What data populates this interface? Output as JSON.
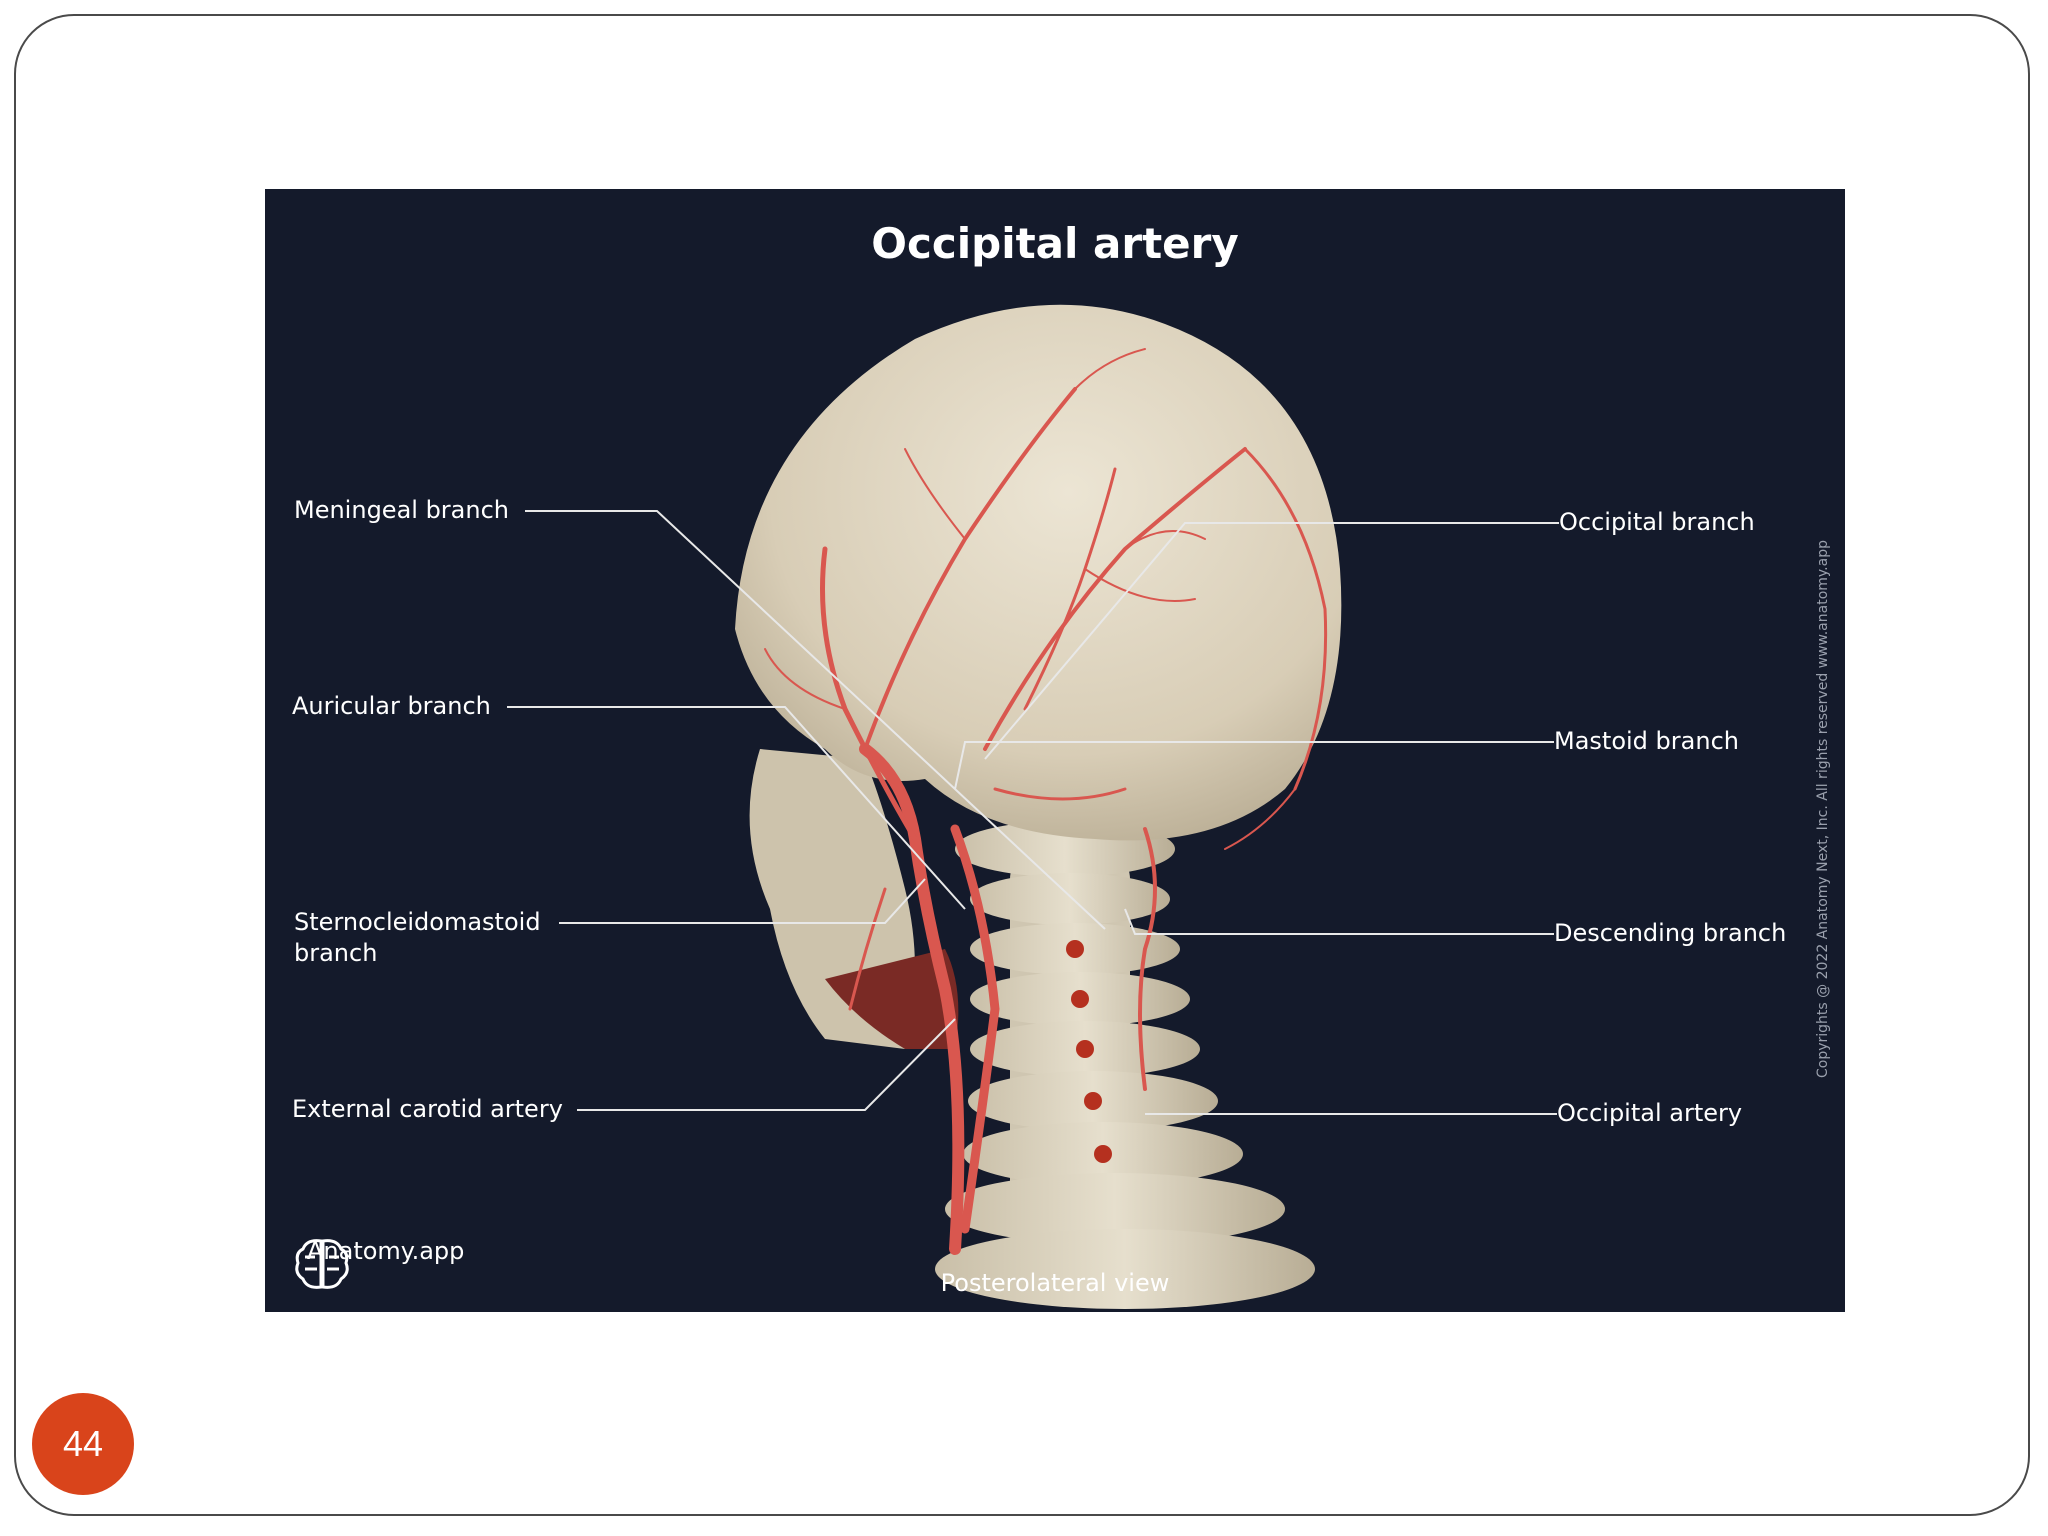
{
  "figure": {
    "title": "Occipital artery",
    "view_caption": "Posterolateral view",
    "brand_name": "Anatomy.app",
    "copyright": "Copyrights @ 2022 Anatomy Next, Inc. All rights reserved www.anatomy.app",
    "labels": {
      "meningeal_branch": "Meningeal branch",
      "auricular_branch": "Auricular branch",
      "sternocleidomastoid_branch_line1": "Sternocleidomastoid",
      "sternocleidomastoid_branch_line2": "branch",
      "external_carotid_artery": "External carotid artery",
      "occipital_branch": "Occipital branch",
      "mastoid_branch": "Mastoid branch",
      "descending_branch": "Descending branch",
      "occipital_artery": "Occipital artery"
    },
    "colors": {
      "background": "#141a2b",
      "bone": "#ddd4c0",
      "artery": "#d9574f",
      "leader_line": "#e8e8e8"
    }
  },
  "slide": {
    "page_number": "44",
    "badge_color": "#d9441b"
  }
}
